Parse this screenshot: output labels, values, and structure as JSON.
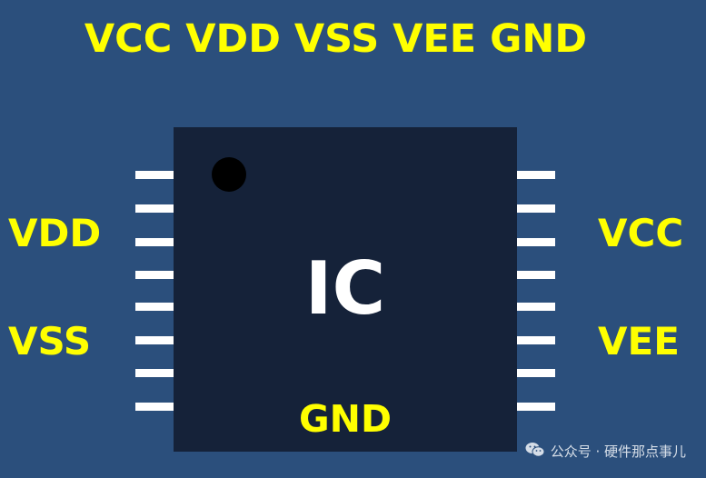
{
  "headline": "VCC VDD VSS VEE GND",
  "chip": {
    "label": "IC",
    "bottom_label": "GND"
  },
  "side_labels": {
    "left_top": "VDD",
    "left_bottom": "VSS",
    "right_top": "VCC",
    "right_bottom": "VEE"
  },
  "watermark": {
    "text": "公众号 · 硬件那点事儿",
    "icon": "wechat-icon"
  },
  "colors": {
    "background": "#2b4f7c",
    "chip": "#152239",
    "label": "#ffff00",
    "chip_text": "#ffffff",
    "pin": "#ffffff"
  }
}
